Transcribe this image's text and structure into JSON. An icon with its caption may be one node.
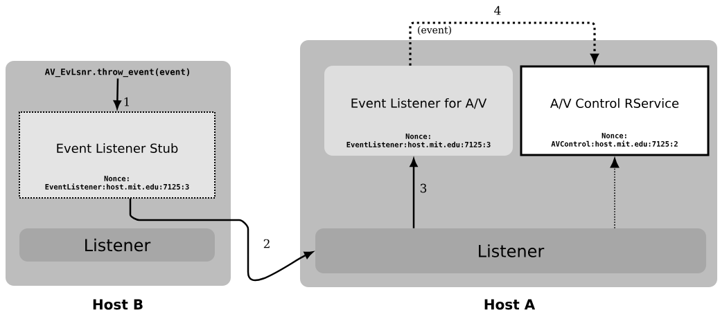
{
  "diagram": {
    "nodes": [
      {
        "text": [
          "Host B"
        ]
      },
      {
        "text": [
          "AV_EvLsnr.throw_event(event)"
        ],
        "in": 0
      },
      {
        "text": [
          "Event Listener Stub",
          "Nonce: EventListener:host.mit.edu:7125:3"
        ],
        "in": 0
      },
      {
        "text": [
          "Listener"
        ],
        "in": 0
      },
      {
        "text": [
          "Host A"
        ]
      },
      {
        "text": [
          "Event Listener for A/V",
          "Nonce: EventListener:host.mit.edu:7125:3"
        ],
        "in": 4
      },
      {
        "text": [
          "A/V Control RService",
          "Nonce: AVControl:host.mit.edu:7125:2"
        ],
        "in": 4
      },
      {
        "text": [
          "Listener"
        ],
        "in": 4
      }
    ],
    "edges": [
      {
        "from": 1,
        "to": 2,
        "arrow": "to",
        "label": "1"
      },
      {
        "from": 2,
        "to": 7,
        "arrow": "to",
        "label": "2"
      },
      {
        "from": 7,
        "to": 5,
        "arrow": "to",
        "label": "3"
      },
      {
        "from": 5,
        "to": 6,
        "arrow": "to",
        "label": "4",
        "style": "dashed"
      },
      {
        "from": 7,
        "to": 6,
        "arrow": "to",
        "style": "dashed"
      }
    ],
    "labels": [
      "(event)"
    ]
  }
}
